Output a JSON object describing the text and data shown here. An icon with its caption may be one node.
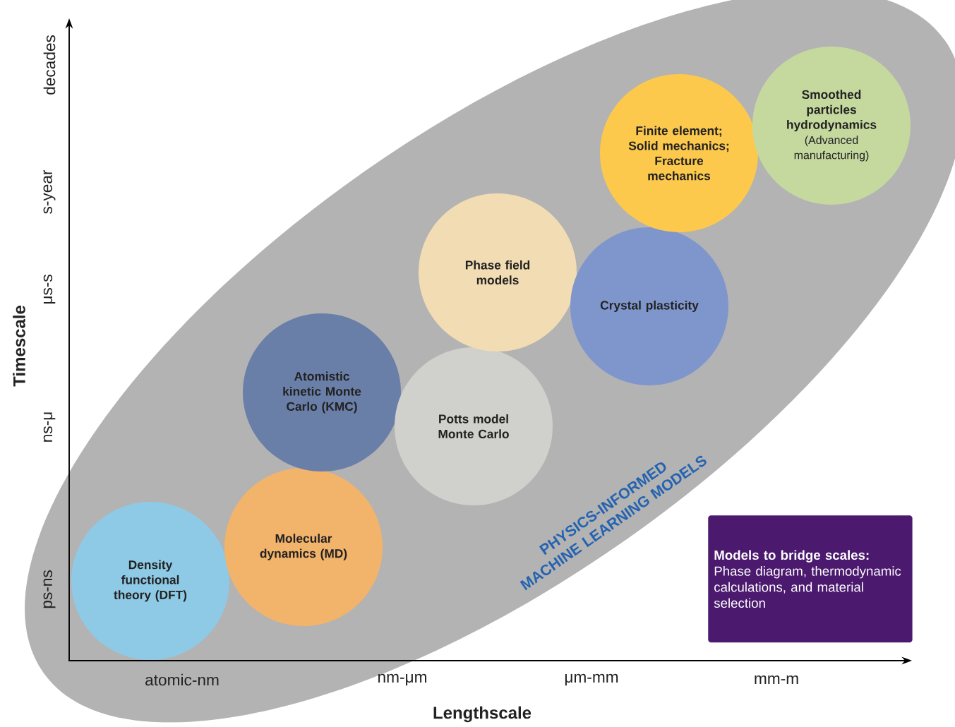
{
  "diagram": {
    "nodes": [
      {
        "text": [
          "PHYSICS-INFORMED MACHINE LEARNING MODELS"
        ]
      },
      {
        "text": [
          "Density functional theory (DFT)"
        ],
        "in": 0
      },
      {
        "text": [
          "Molecular dynamics (MD)"
        ],
        "in": 0
      },
      {
        "text": [
          "Atomistic kinetic Monte Carlo (KMC)"
        ],
        "in": 0
      },
      {
        "text": [
          "Potts model Monte Carlo"
        ],
        "in": 0
      },
      {
        "text": [
          "Phase field models"
        ],
        "in": 0
      },
      {
        "text": [
          "Crystal plasticity"
        ],
        "in": 0
      },
      {
        "text": [
          "Finite element; Solid mechanics; Fracture mechanics"
        ],
        "in": 0
      },
      {
        "text": [
          "Smoothed particles hydrodynamics",
          "(Advanced manufacturing)"
        ],
        "in": 0
      },
      {
        "text": [
          "Models to bridge scales:",
          "Phase diagram, thermodynamic calculations, and material selection"
        ]
      }
    ],
    "labels": [
      "decades",
      "s-year",
      "μs-s",
      "Timescale",
      "ns-μ",
      "ps-ns",
      "atomic-nm",
      "nm-μm",
      "μm-mm",
      "mm-m",
      "Lengthscale"
    ]
  }
}
